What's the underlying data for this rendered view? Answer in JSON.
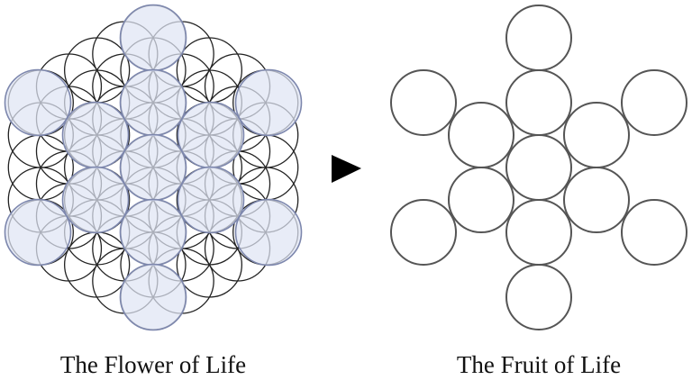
{
  "flower": {
    "label": "The Flower of Life"
  },
  "fruit": {
    "label": "The Fruit of Life"
  },
  "arrow_icon": "right-pointing-triangle",
  "colors": {
    "line": "#222222",
    "highlight_fill": "#dfe4f4",
    "highlight_stroke": "#7d87ad",
    "fruit_stroke": "#555555"
  }
}
